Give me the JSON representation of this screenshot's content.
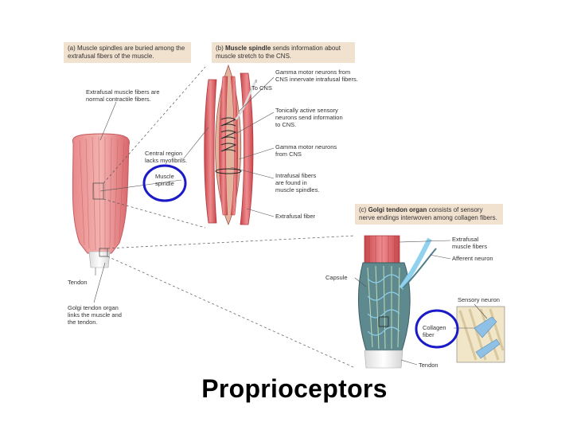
{
  "panel_a": {
    "prefix": "(a)",
    "bold": "",
    "rest": " Muscle spindles are buried among the extrafusal fibers of the muscle."
  },
  "panel_b": {
    "prefix": "(b) ",
    "bold": "Muscle spindle",
    "rest": " sends information about muscle stretch to the CNS."
  },
  "panel_c": {
    "prefix": "(c) ",
    "bold": "Golgi tendon organ",
    "rest": " consists of sensory nerve endings interwoven among collagen fibers."
  },
  "labels": {
    "extrafusal_normal": "Extrafusal muscle fibers are\nnormal contractile fibers.",
    "central_region": "Central region\nlacks myofibrils.",
    "muscle_spindle": "Muscle\nspindle",
    "tendon_left": "Tendon",
    "golgi_links": "Golgi tendon organ\nlinks the muscle and\nthe tendon.",
    "gamma_innervate": "Gamma motor neurons from\nCNS innervate intrafusal fibers.",
    "to_cns": "To CNS",
    "tonically_active": "Tonically active sensory\nneurons send information\nto CNS.",
    "gamma_from_cns": "Gamma motor neurons\nfrom CNS",
    "intrafusal": "Intrafusal fibers\nare found in\nmuscle spindles.",
    "extrafusal_fiber": "Extrafusal fiber",
    "extrafusal_muscle_fibers": "Extrafusal\nmuscle fibers",
    "afferent_neuron": "Afferent neuron",
    "capsule": "Capsule",
    "sensory_neuron": "Sensory neuron",
    "collagen_fiber": "Collagen\nfiber",
    "tendon_right": "Tendon"
  },
  "slide_title": "Proprioceptors",
  "colors": {
    "muscle": "#d9666b",
    "muscle_light": "#eaa0a0",
    "callout_bg": "#f1e1cf",
    "highlight_circle": "#1a1ac8",
    "gto_fill": "#5e8a8f",
    "nerve": "#6aaed6"
  }
}
